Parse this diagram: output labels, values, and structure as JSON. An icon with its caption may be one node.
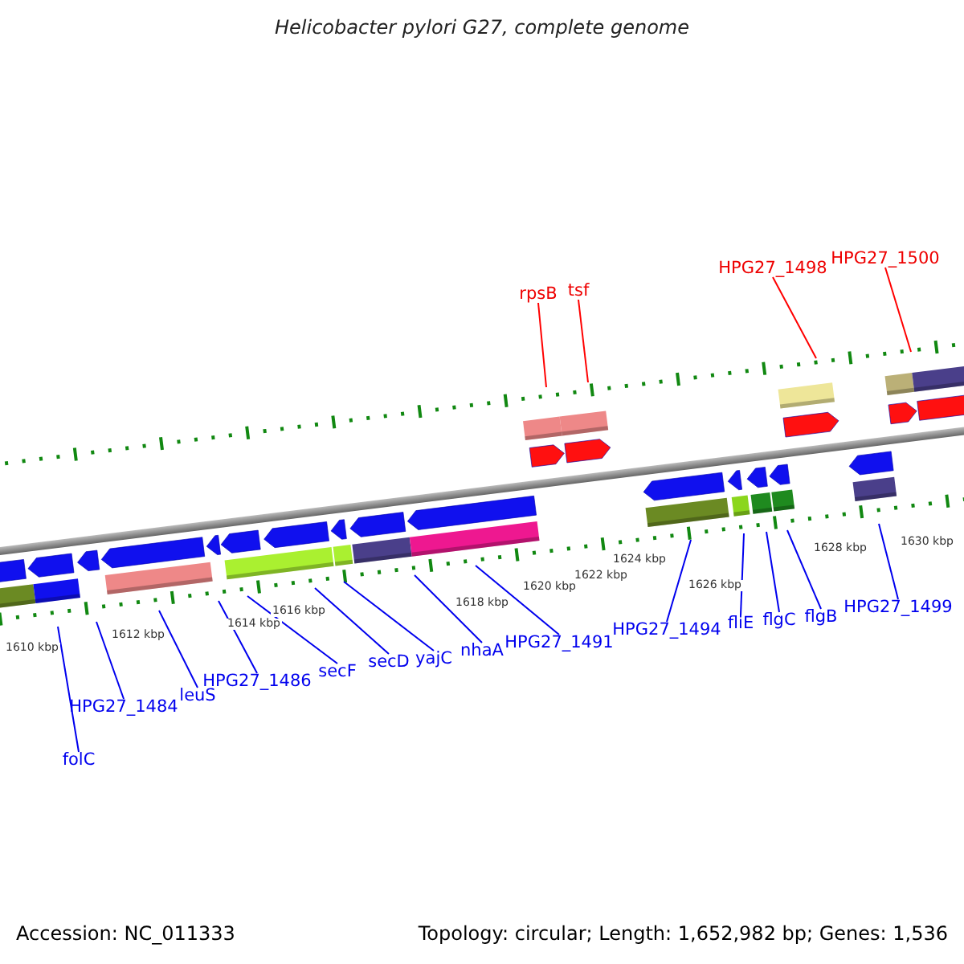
{
  "diagram": {
    "title": "Helicobacter pylori G27, complete genome",
    "nodes": [
      {
        "text": [
          "rpsB"
        ]
      },
      {
        "text": [
          "tsf"
        ]
      },
      {
        "text": [
          "HPG27_1498"
        ]
      },
      {
        "text": [
          "HPG27_1500"
        ]
      },
      {
        "text": [
          "folC"
        ]
      },
      {
        "text": [
          "HPG27_1484"
        ]
      },
      {
        "text": [
          "leuS"
        ]
      },
      {
        "text": [
          "HPG27_1486"
        ]
      },
      {
        "text": [
          "secF"
        ]
      },
      {
        "text": [
          "secD"
        ]
      },
      {
        "text": [
          "yajC"
        ]
      },
      {
        "text": [
          "nhaA"
        ]
      },
      {
        "text": [
          "HPG27_1491"
        ]
      },
      {
        "text": [
          "HPG27_1494"
        ]
      },
      {
        "text": [
          "fliE"
        ]
      },
      {
        "text": [
          "flgC"
        ]
      },
      {
        "text": [
          "flgB"
        ]
      },
      {
        "text": [
          "HPG27_1499"
        ]
      }
    ],
    "edges": [
      {
        "from": 0,
        "to": null,
        "arrow": "none",
        "color": "#ff0000"
      },
      {
        "from": 1,
        "to": null,
        "arrow": "none",
        "color": "#ff0000"
      },
      {
        "from": 2,
        "to": null,
        "arrow": "none",
        "color": "#ff0000"
      },
      {
        "from": 3,
        "to": null,
        "arrow": "none",
        "color": "#ff0000"
      },
      {
        "from": 4,
        "to": null,
        "arrow": "none"
      },
      {
        "from": 5,
        "to": null,
        "arrow": "none"
      },
      {
        "from": 6,
        "to": null,
        "arrow": "none"
      },
      {
        "from": 7,
        "to": null,
        "arrow": "none"
      },
      {
        "from": 8,
        "to": null,
        "arrow": "none"
      },
      {
        "from": 9,
        "to": null,
        "arrow": "none"
      },
      {
        "from": 10,
        "to": null,
        "arrow": "none"
      },
      {
        "from": 11,
        "to": null,
        "arrow": "none"
      },
      {
        "from": 12,
        "to": null,
        "arrow": "none"
      },
      {
        "from": 13,
        "to": null,
        "arrow": "none"
      },
      {
        "from": 14,
        "to": null,
        "arrow": "none"
      },
      {
        "from": 15,
        "to": null,
        "arrow": "none"
      },
      {
        "from": 16,
        "to": null,
        "arrow": "none"
      },
      {
        "from": 17,
        "to": null,
        "arrow": "none"
      }
    ],
    "labels": [
      "1610 kbp",
      "1612 kbp",
      "1614 kbp",
      "1616 kbp",
      "1618 kbp",
      "1620 kbp",
      "1622 kbp",
      "1624 kbp",
      "1626 kbp",
      "1628 kbp",
      "1630 kbp",
      "Accession: NC_011333",
      "Topology: circular; Length: 1,652,982 bp; Genes: 1,536"
    ]
  }
}
